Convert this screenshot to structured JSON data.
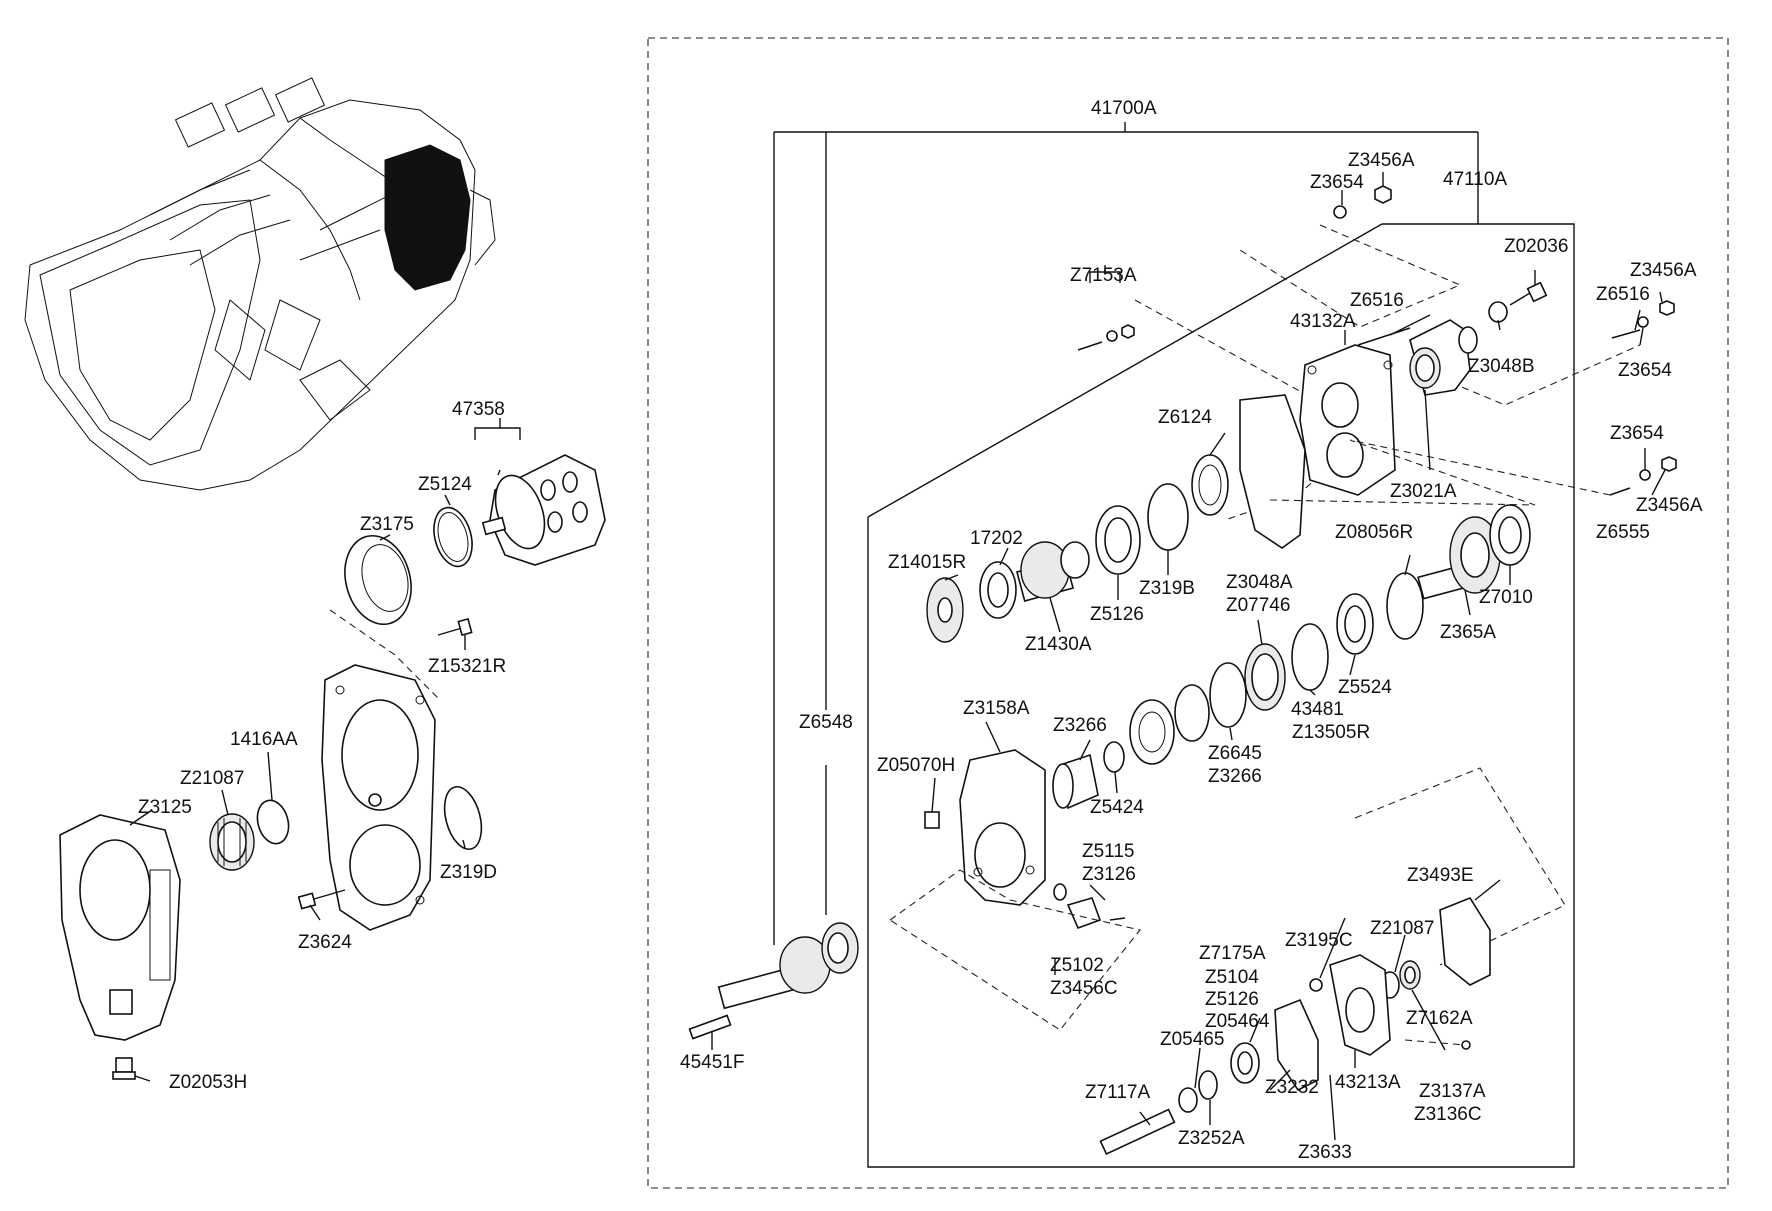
{
  "labels": {
    "l41700A": "41700A",
    "l47110A": "47110A",
    "lZ3456A_1": "Z3456A",
    "lZ3654_1": "Z3654",
    "lZ02036": "Z02036",
    "lZ3456A_2": "Z3456A",
    "lZ6516_1": "Z6516",
    "lZ6516_2": "Z6516",
    "lZ7153A": "Z7153A",
    "l43132A": "43132A",
    "lZ3048B": "Z3048B",
    "lZ3654_2": "Z3654",
    "lZ3654_3": "Z3654",
    "lZ6124": "Z6124",
    "lZ3021A": "Z3021A",
    "lZ3456A_3": "Z3456A",
    "lZ6555": "Z6555",
    "l17202": "17202",
    "lZ08056R": "Z08056R",
    "lZ14015R": "Z14015R",
    "lZ319B": "Z319B",
    "lZ5126_1": "Z5126",
    "lZ3048A": "Z3048A",
    "lZ07746": "Z07746",
    "lZ7010": "Z7010",
    "lZ1430A": "Z1430A",
    "lZ365A": "Z365A",
    "lZ5524": "Z5524",
    "l43481": "43481",
    "lZ13505R": "Z13505R",
    "lZ3158A": "Z3158A",
    "lZ3266_1": "Z3266",
    "lZ6548": "Z6548",
    "lZ05070H": "Z05070H",
    "lZ6645": "Z6645",
    "lZ3266_2": "Z3266",
    "lZ5424": "Z5424",
    "lZ5115": "Z5115",
    "lZ3126": "Z3126",
    "lZ3493E": "Z3493E",
    "lZ3195C": "Z3195C",
    "lZ21087_2": "Z21087",
    "lZ7175A": "Z7175A",
    "lZ5104": "Z5104",
    "lZ5102": "Z5102",
    "lZ3456C": "Z3456C",
    "lZ5126_2": "Z5126",
    "lZ05464": "Z05464",
    "lZ7162A": "Z7162A",
    "lZ05465": "Z05465",
    "l43213A": "43213A",
    "lZ3137A": "Z3137A",
    "lZ3232": "Z3232",
    "lZ3136C": "Z3136C",
    "lZ7117A": "Z7117A",
    "lZ3252A": "Z3252A",
    "lZ3633": "Z3633",
    "l45451F": "45451F",
    "l47358": "47358",
    "lZ5124": "Z5124",
    "lZ3175": "Z3175",
    "lZ15321R": "Z15321R",
    "l1416AA": "1416AA",
    "lZ21087_1": "Z21087",
    "lZ3125": "Z3125",
    "lZ319D": "Z319D",
    "lZ3624": "Z3624",
    "lZ02053H": "Z02053H"
  }
}
